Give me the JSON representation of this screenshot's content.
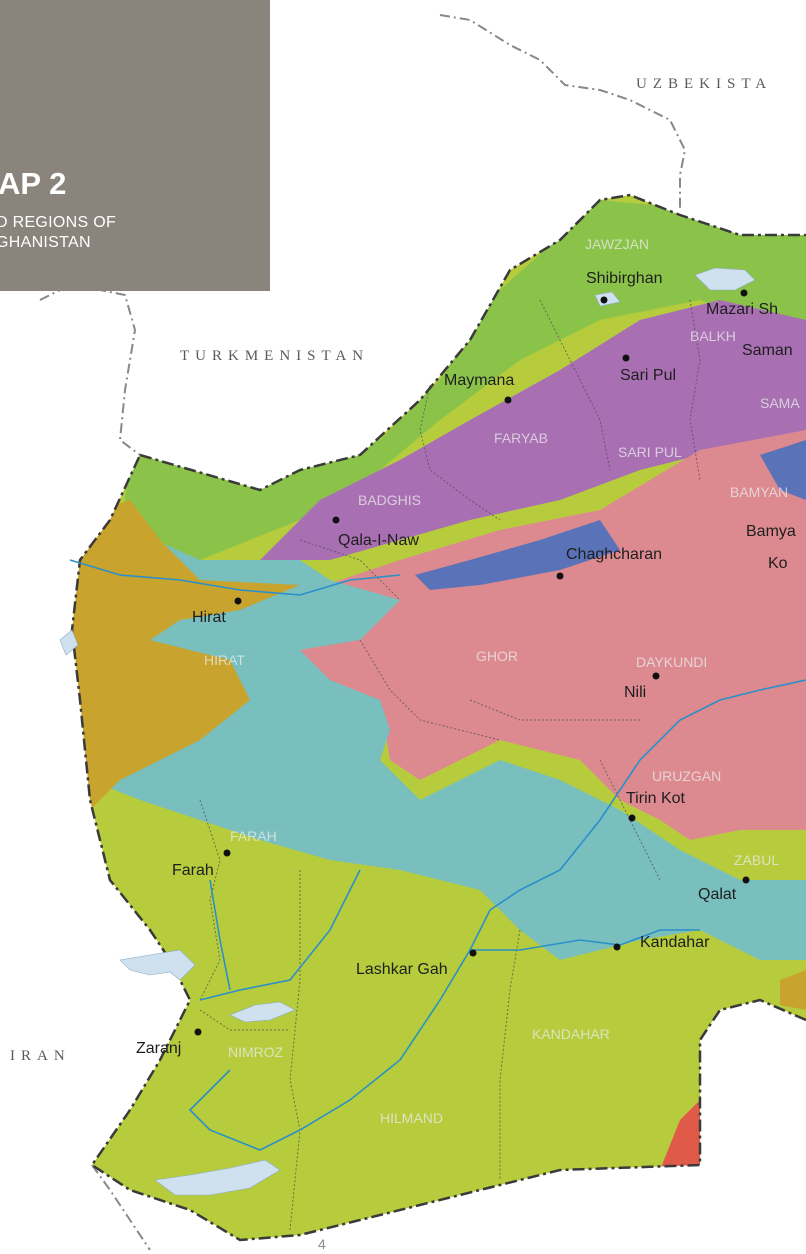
{
  "title": {
    "main": "AP 2",
    "line1": "D REGIONS OF",
    "line2": "GHANISTAN"
  },
  "countries": {
    "uzbekistan": "UZBEKISTA",
    "turkmenistan": "TURKMENISTAN",
    "iran": "IRAN"
  },
  "cities": {
    "shibirghan": "Shibirghan",
    "mazari": "Mazari Sh",
    "saman": "Saman",
    "sari_pul": "Sari Pul",
    "maymana": "Maymana",
    "qala_i_naw": "Qala-I-Naw",
    "bamya": "Bamya",
    "ko": "Ko",
    "chaghcharan": "Chaghcharan",
    "hirat": "Hirat",
    "nili": "Nili",
    "tirin_kot": "Tirin Kot",
    "farah": "Farah",
    "qalat": "Qalat",
    "kandahar": "Kandahar",
    "lashkar_gah": "Lashkar Gah",
    "zaranj": "Zaranj"
  },
  "provinces": {
    "jawzjan": "JAWZJAN",
    "balkh": "BALKH",
    "samangan": "SAMA",
    "faryab": "FARYAB",
    "sari_pul": "SARI PUL",
    "badghis": "BADGHIS",
    "bamyan": "BAMYAN",
    "hirat": "HIRAT",
    "ghor": "GHOR",
    "daykundi": "DAYKUNDI",
    "uruzgan": "URUZGAN",
    "farah": "FARAH",
    "zabul": "ZABUL",
    "kandahar": "KANDAHAR",
    "nimroz": "NIMROZ",
    "hilmand": "HILMAND"
  },
  "page_number": "4",
  "colors": {
    "title_box": "#8a847d",
    "green_region": "#8bc34a",
    "purple_region": "#a870b3",
    "pink_region": "#dc8a90",
    "blue_region": "#5a72b8",
    "teal_region": "#78bfbe",
    "ochre_region": "#c8a32e",
    "yellowgreen_region": "#b6cc3c",
    "red_region": "#e05a4a",
    "river": "#2b8fc9",
    "lake": "#cfe1ef"
  }
}
